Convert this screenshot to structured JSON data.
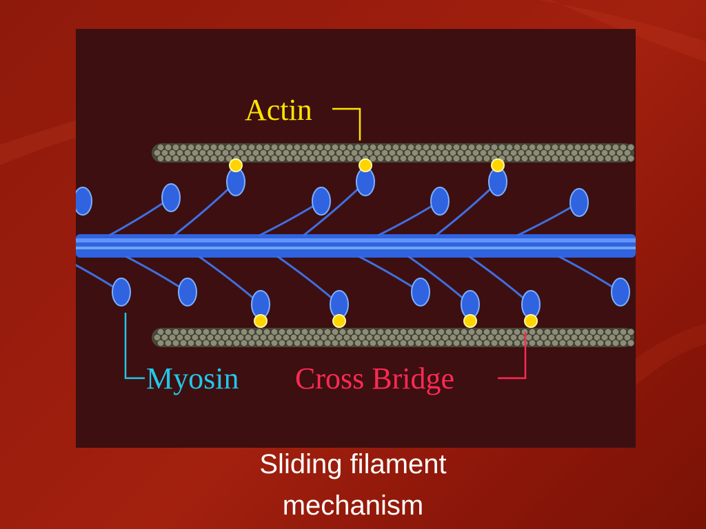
{
  "diagram": {
    "labels": {
      "actin": "Actin",
      "myosin": "Myosin",
      "cross_bridge": "Cross Bridge"
    },
    "colors": {
      "background": "#9b1d0d",
      "panel": "#3d0f11",
      "actin_label": "#ffe600",
      "myosin_label": "#22c7e8",
      "cross_bridge_label": "#ff2a55",
      "myosin_filament": "#2f63e0",
      "actin_filament": "#8c8c78",
      "binding_site": "#ffd400"
    }
  },
  "caption": {
    "line1": "Sliding filament",
    "line2": "mechanism"
  }
}
